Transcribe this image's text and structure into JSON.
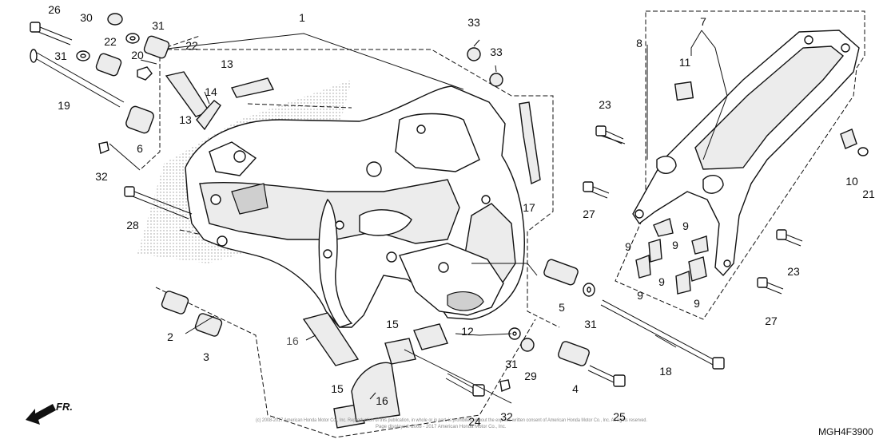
{
  "diagram_code": "MGH4F3900",
  "direction_label": "FR.",
  "copyright_line1": "(c) 2008-2017 American Honda Motor Co., Inc. Reproduction of this publication, in whole or in part, is prohibited without the express written consent of American Honda Motor Co., Inc. All rights reserved.",
  "copyright_line2": "Page displayed: 2008 - 2017 American Honda Motor Co., Inc.",
  "callouts": {
    "c1": "1",
    "c2": "2",
    "c3": "3",
    "c4": "4",
    "c5": "5",
    "c6": "6",
    "c7": "7",
    "c8": "8",
    "c9a": "9",
    "c9b": "9",
    "c9c": "9",
    "c9d": "9",
    "c9e": "9",
    "c9f": "9",
    "c10": "10",
    "c11": "11",
    "c12": "12",
    "c13a": "13",
    "c13b": "13",
    "c14": "14",
    "c15a": "15",
    "c15b": "15",
    "c16a": "16",
    "c16b": "16",
    "c17": "17",
    "c18": "18",
    "c19": "19",
    "c20": "20",
    "c21": "21",
    "c22a": "22",
    "c22b": "22",
    "c23a": "23",
    "c23b": "23",
    "c24": "24",
    "c25": "25",
    "c26": "26",
    "c27a": "27",
    "c27b": "27",
    "c28": "28",
    "c29": "29",
    "c30": "30",
    "c31a": "31",
    "c31b": "31",
    "c31c": "31",
    "c31d": "31",
    "c32a": "32",
    "c32b": "32",
    "c33a": "33",
    "c33b": "33"
  }
}
